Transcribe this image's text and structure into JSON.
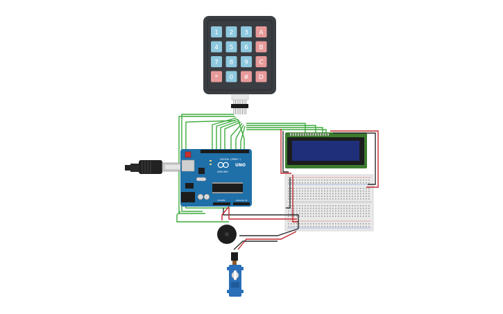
{
  "keypad": {
    "keys": [
      {
        "label": "1",
        "kind": "num"
      },
      {
        "label": "2",
        "kind": "num"
      },
      {
        "label": "3",
        "kind": "num"
      },
      {
        "label": "A",
        "kind": "letter"
      },
      {
        "label": "4",
        "kind": "num"
      },
      {
        "label": "5",
        "kind": "num"
      },
      {
        "label": "6",
        "kind": "num"
      },
      {
        "label": "B",
        "kind": "letter"
      },
      {
        "label": "7",
        "kind": "num"
      },
      {
        "label": "8",
        "kind": "num"
      },
      {
        "label": "9",
        "kind": "num"
      },
      {
        "label": "C",
        "kind": "letter"
      },
      {
        "label": "*",
        "kind": "letter"
      },
      {
        "label": "0",
        "kind": "num"
      },
      {
        "label": "#",
        "kind": "letter"
      },
      {
        "label": "D",
        "kind": "letter"
      }
    ]
  },
  "arduino": {
    "brand": "ARDUINO",
    "model": "UNO",
    "digital_label": "DIGITAL (PWM~)",
    "power_label": "POWER",
    "analog_label": "ANALOG IN"
  },
  "colors": {
    "wire_green": "#3daa3d",
    "wire_red": "#c0262b",
    "wire_black": "#2b2b2b",
    "keypad_body": "#3a3d42",
    "key_blue": "#8ec8de",
    "key_red": "#e79a9a",
    "arduino_board": "#1f6fa8",
    "lcd_board": "#3d7c2f",
    "lcd_screen": "#1f2f7a",
    "servo_body": "#2a6fb8"
  }
}
